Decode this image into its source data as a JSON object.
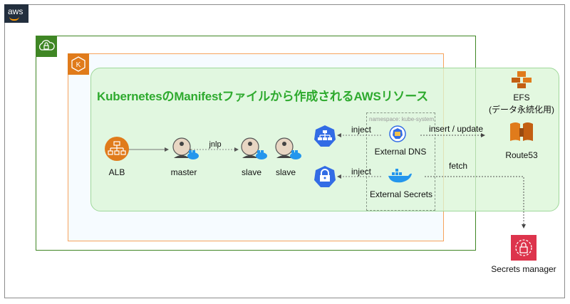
{
  "aws_logo": "aws",
  "title": "KubernetesのManifestファイルから作成されるAWSリソース",
  "namespace_label": "namespace: kube-system",
  "nodes": {
    "alb": "ALB",
    "master": "master",
    "slave1": "slave",
    "slave2": "slave",
    "external_dns": "External DNS",
    "external_secrets": "External Secrets",
    "efs": "EFS",
    "efs_note": "(データ永続化用)",
    "route53": "Route53",
    "secrets_manager": "Secrets manager"
  },
  "edges": {
    "jnlp": "jnlp",
    "inject_dns": "inject",
    "inject_secrets": "inject",
    "insert_update": "insert / update",
    "fetch": "fetch"
  },
  "icons": [
    "aws-logo",
    "vpc-lock-icon",
    "eks-icon",
    "alb-icon",
    "jenkins-icon",
    "k8s-service-icon",
    "k8s-secret-icon",
    "kubernetes-icon",
    "docker-icon",
    "efs-icon",
    "route53-icon",
    "secrets-manager-icon"
  ],
  "colors": {
    "vpc": "#3f8624",
    "eks": "#e07b1b",
    "cluster_bg": "#daf5d6",
    "title": "#2eaa2e",
    "alb": "#e07b1b",
    "k8s_blue": "#326ce5",
    "docker": "#2496ed",
    "secrets_red": "#dd344c"
  }
}
